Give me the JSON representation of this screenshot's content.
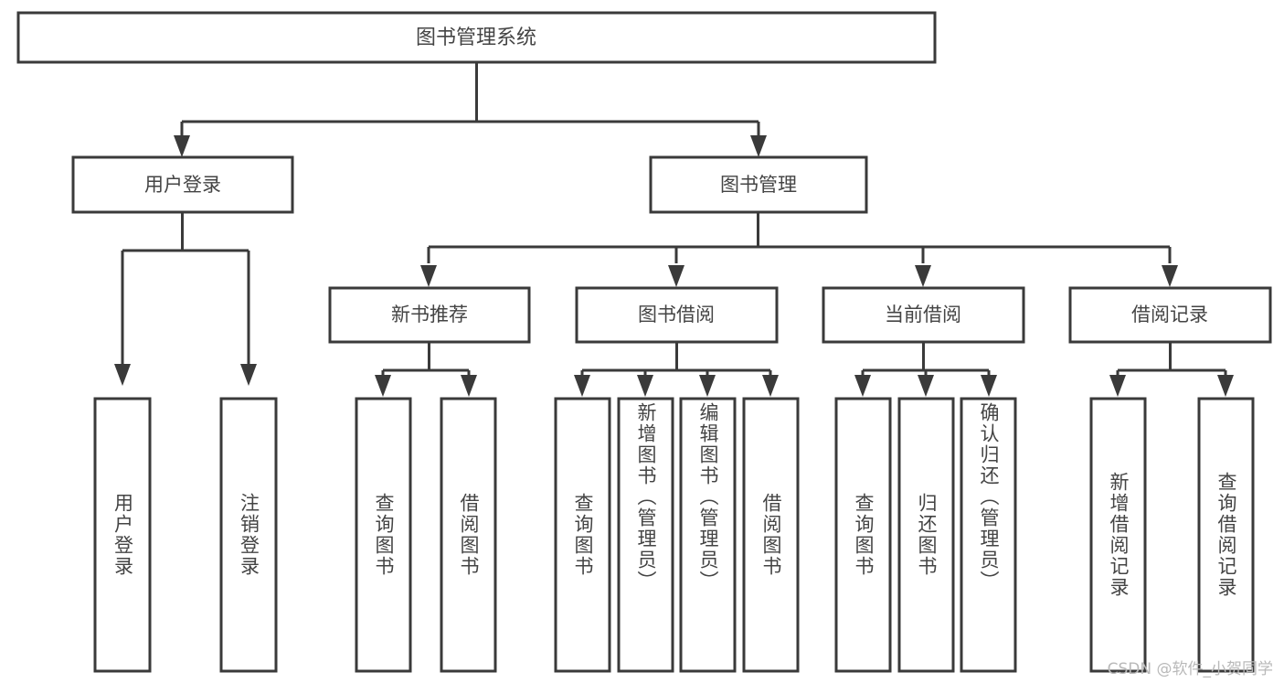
{
  "diagram": {
    "type": "tree-hierarchy-chart",
    "title": "图书管理系统",
    "root": {
      "id": "root",
      "label": "图书管理系统",
      "orientation": "horizontal"
    },
    "level2": [
      {
        "id": "user-login",
        "label": "用户登录",
        "orientation": "horizontal"
      },
      {
        "id": "book-management",
        "label": "图书管理",
        "orientation": "horizontal"
      }
    ],
    "level3": [
      {
        "id": "new-book-recommend",
        "label": "新书推荐",
        "orientation": "horizontal",
        "parent": "book-management"
      },
      {
        "id": "book-borrow",
        "label": "图书借阅",
        "orientation": "horizontal",
        "parent": "book-management"
      },
      {
        "id": "current-borrow",
        "label": "当前借阅",
        "orientation": "horizontal",
        "parent": "book-management"
      },
      {
        "id": "borrow-record",
        "label": "借阅记录",
        "orientation": "horizontal",
        "parent": "book-management"
      }
    ],
    "leaves": [
      {
        "id": "leaf-user-login",
        "label": "用户登录",
        "orientation": "vertical",
        "parent": "user-login"
      },
      {
        "id": "leaf-logout",
        "label": "注销登录",
        "orientation": "vertical",
        "parent": "user-login"
      },
      {
        "id": "leaf-query-book-1",
        "label": "查询图书",
        "orientation": "vertical",
        "parent": "new-book-recommend"
      },
      {
        "id": "leaf-borrow-book-1",
        "label": "借阅图书",
        "orientation": "vertical",
        "parent": "new-book-recommend"
      },
      {
        "id": "leaf-query-book-2",
        "label": "查询图书",
        "orientation": "vertical",
        "parent": "book-borrow"
      },
      {
        "id": "leaf-add-book",
        "label": "新增图书（管理员）",
        "orientation": "vertical",
        "parent": "book-borrow"
      },
      {
        "id": "leaf-edit-book",
        "label": "编辑图书（管理员）",
        "orientation": "vertical",
        "parent": "book-borrow"
      },
      {
        "id": "leaf-borrow-book-2",
        "label": "借阅图书",
        "orientation": "vertical",
        "parent": "book-borrow"
      },
      {
        "id": "leaf-query-book-3",
        "label": "查询图书",
        "orientation": "vertical",
        "parent": "current-borrow"
      },
      {
        "id": "leaf-return-book",
        "label": "归还图书",
        "orientation": "vertical",
        "parent": "current-borrow"
      },
      {
        "id": "leaf-confirm-return",
        "label": "确认归还（管理员）",
        "orientation": "vertical",
        "parent": "current-borrow"
      },
      {
        "id": "leaf-add-record",
        "label": "新增借阅记录",
        "orientation": "vertical",
        "parent": "borrow-record"
      },
      {
        "id": "leaf-query-record",
        "label": "查询借阅记录",
        "orientation": "vertical",
        "parent": "borrow-record"
      }
    ],
    "colors": {
      "stroke": "#3a3a3a",
      "box_fill": "#ffffff",
      "text": "#444444",
      "background": "#ffffff",
      "watermark": "#b9b9b9"
    }
  },
  "watermark": {
    "text": "CSDN @软件_小贺同学"
  }
}
